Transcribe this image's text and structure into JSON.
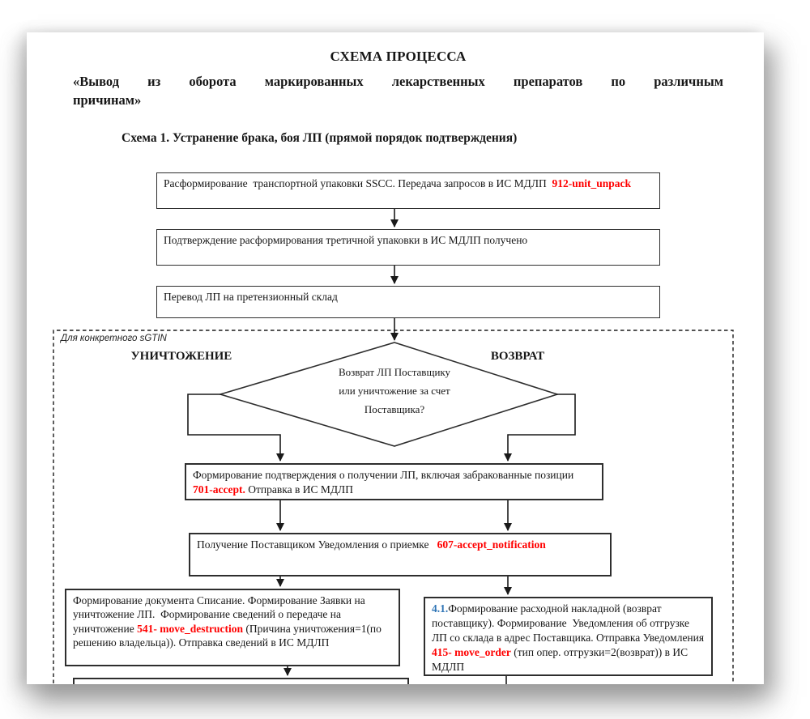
{
  "doc": {
    "title": "СХЕМА ПРОЦЕССА",
    "subtitle_line1": "«Вывод  из  оборота  маркированных  лекарственных  препаратов  по  различным",
    "subtitle_line2": "причинам»",
    "schema_heading": "Схема 1. Устранение брака, боя ЛП (прямой порядок подтверждения)"
  },
  "colors": {
    "code_red": "#ff0000",
    "num_blue": "#2e74b5",
    "line_black": "#1a1a1a"
  },
  "flow": {
    "box_unpack": {
      "pre": "Расформирование  транспортной упаковки SSCC. Передача запросов в ИС МДЛП  ",
      "code": "912-unit_unpack"
    },
    "box_confirm": {
      "text": "Подтверждение расформирования третичной упаковки в ИС МДЛП получено"
    },
    "box_claim_store": {
      "text": "Перевод ЛП на претензионный склад"
    },
    "region_label": "Для конкретного sGTIN",
    "branch_left_label": "УНИЧТОЖЕНИЕ",
    "branch_right_label": "ВОЗВРАТ",
    "decision": {
      "line1": "Возврат ЛП Поставщику",
      "line2": "или уничтожение за счет",
      "line3": "Поставщика?"
    },
    "box_accept": {
      "pre": "Формирование подтверждения о получении ЛП, включая забракованные позиции   ",
      "code": "701-accept.",
      "post": " Отправка в ИС МДЛП"
    },
    "box_notification": {
      "pre": "Получение Поставщиком Уведомления о приемке   ",
      "code": "607-accept_notification"
    },
    "box_destruction": {
      "pre": "Формирование документа Списание. Формирование Заявки на уничтожение ЛП.  Формирование сведений о передаче на уничтожение ",
      "code": "541- move_destruction",
      "post": " (Причина уничтожения=1(по решению владельца)). Отправка сведений в ИС МДЛП"
    },
    "box_return": {
      "num": "4.1.",
      "pre": "Формирование расходной накладной (возврат поставщику). Формирование  Уведомления об отгрузке ЛП со склада в адрес Поставщика. Отправка Уведомления ",
      "code": "415- move_order",
      "post": " (тип опер. отгрузки=2(возврат)) в ИС МДЛП"
    }
  }
}
